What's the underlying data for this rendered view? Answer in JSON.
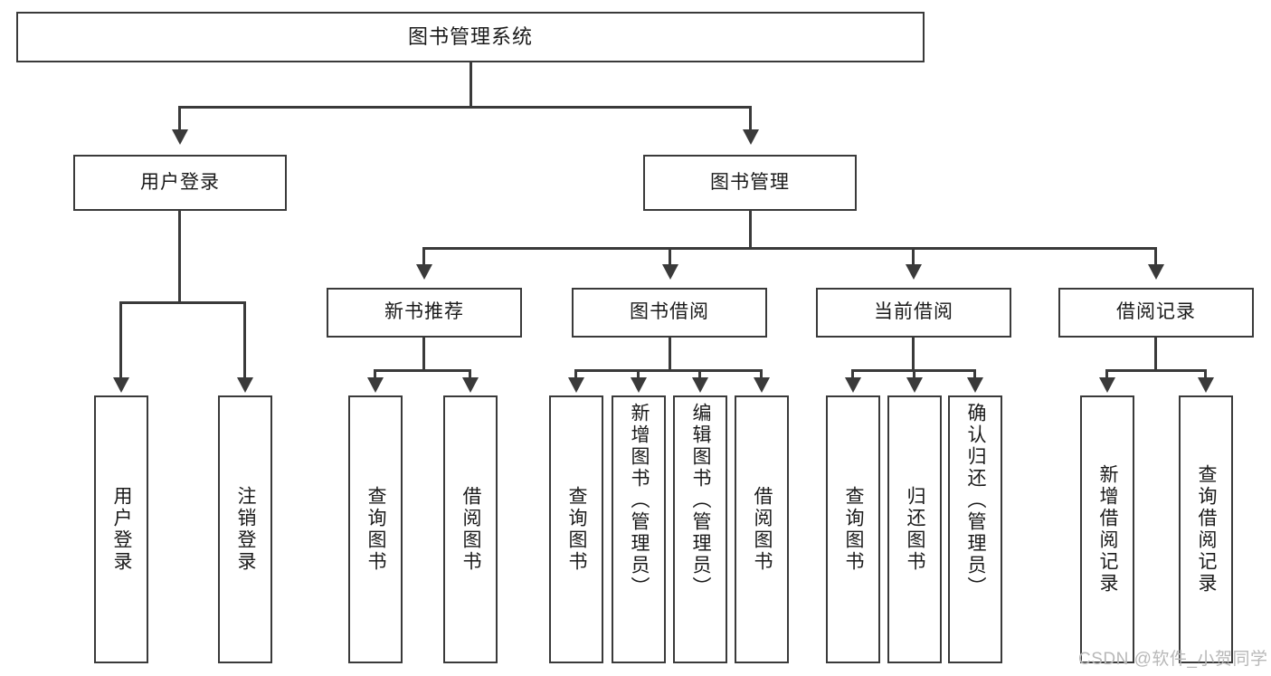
{
  "diagram": {
    "type": "tree-hierarchy",
    "title": "图书管理系统",
    "watermark": "CSDN @软件_小贺同学",
    "colors": {
      "box_border": "#3a3a3a",
      "box_fill": "#ffffff",
      "connector": "#3a3a3a",
      "text": "#1a1a1a",
      "watermark": "#b8b8b8",
      "background": "#ffffff"
    },
    "levels": {
      "root": {
        "label": "图书管理系统"
      },
      "level1": [
        {
          "label": "用户登录"
        },
        {
          "label": "图书管理"
        }
      ],
      "level2": [
        {
          "label": "新书推荐"
        },
        {
          "label": "图书借阅"
        },
        {
          "label": "当前借阅"
        },
        {
          "label": "借阅记录"
        }
      ],
      "leaves": {
        "user_login": [
          {
            "label": "用户登录"
          },
          {
            "label": "注销登录"
          }
        ],
        "new_book_recommend": [
          {
            "label": "查询图书"
          },
          {
            "label": "借阅图书"
          }
        ],
        "book_borrow": [
          {
            "label": "查询图书"
          },
          {
            "label": "新增图书（管理员）"
          },
          {
            "label": "编辑图书（管理员）"
          },
          {
            "label": "借阅图书"
          }
        ],
        "current_borrow": [
          {
            "label": "查询图书"
          },
          {
            "label": "归还图书"
          },
          {
            "label": "确认归还（管理员）"
          }
        ],
        "borrow_record": [
          {
            "label": "新增借阅记录"
          },
          {
            "label": "查询借阅记录"
          }
        ]
      }
    }
  },
  "chart_data": {
    "type": "table",
    "title": "图书管理系统 功能结构图",
    "nodes": [
      {
        "id": "root",
        "label": "图书管理系统",
        "level": 0,
        "parent": null
      },
      {
        "id": "user-login",
        "label": "用户登录",
        "level": 1,
        "parent": "root"
      },
      {
        "id": "book-manage",
        "label": "图书管理",
        "level": 1,
        "parent": "root"
      },
      {
        "id": "user-login-1",
        "label": "用户登录",
        "level": 2,
        "parent": "user-login"
      },
      {
        "id": "user-login-2",
        "label": "注销登录",
        "level": 2,
        "parent": "user-login"
      },
      {
        "id": "new-book",
        "label": "新书推荐",
        "level": 2,
        "parent": "book-manage"
      },
      {
        "id": "book-borrow",
        "label": "图书借阅",
        "level": 2,
        "parent": "book-manage"
      },
      {
        "id": "current-borrow",
        "label": "当前借阅",
        "level": 2,
        "parent": "book-manage"
      },
      {
        "id": "borrow-record",
        "label": "借阅记录",
        "level": 2,
        "parent": "book-manage"
      },
      {
        "id": "new-book-1",
        "label": "查询图书",
        "level": 3,
        "parent": "new-book"
      },
      {
        "id": "new-book-2",
        "label": "借阅图书",
        "level": 3,
        "parent": "new-book"
      },
      {
        "id": "book-borrow-1",
        "label": "查询图书",
        "level": 3,
        "parent": "book-borrow"
      },
      {
        "id": "book-borrow-2",
        "label": "新增图书（管理员）",
        "level": 3,
        "parent": "book-borrow"
      },
      {
        "id": "book-borrow-3",
        "label": "编辑图书（管理员）",
        "level": 3,
        "parent": "book-borrow"
      },
      {
        "id": "book-borrow-4",
        "label": "借阅图书",
        "level": 3,
        "parent": "book-borrow"
      },
      {
        "id": "current-borrow-1",
        "label": "查询图书",
        "level": 3,
        "parent": "current-borrow"
      },
      {
        "id": "current-borrow-2",
        "label": "归还图书",
        "level": 3,
        "parent": "current-borrow"
      },
      {
        "id": "current-borrow-3",
        "label": "确认归还（管理员）",
        "level": 3,
        "parent": "current-borrow"
      },
      {
        "id": "borrow-record-1",
        "label": "新增借阅记录",
        "level": 3,
        "parent": "borrow-record"
      },
      {
        "id": "borrow-record-2",
        "label": "查询借阅记录",
        "level": 3,
        "parent": "borrow-record"
      }
    ]
  }
}
